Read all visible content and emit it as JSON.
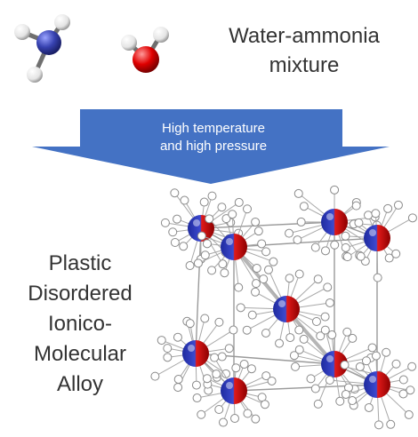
{
  "reactants": {
    "title_line1": "Water-ammonia",
    "title_line2": "mixture"
  },
  "process": {
    "line1": "High temperature",
    "line2": "and high pressure"
  },
  "product": {
    "line1": "Plastic",
    "line2": "Disordered",
    "line3": "Ionico-",
    "line4": "Molecular",
    "line5": "Alloy"
  },
  "colors": {
    "arrow": "#4472C4",
    "nitrogen": "#3742B0",
    "oxygen": "#E00000",
    "hydrogen": "#ECECEC",
    "lattice": "#9A9A9A"
  }
}
